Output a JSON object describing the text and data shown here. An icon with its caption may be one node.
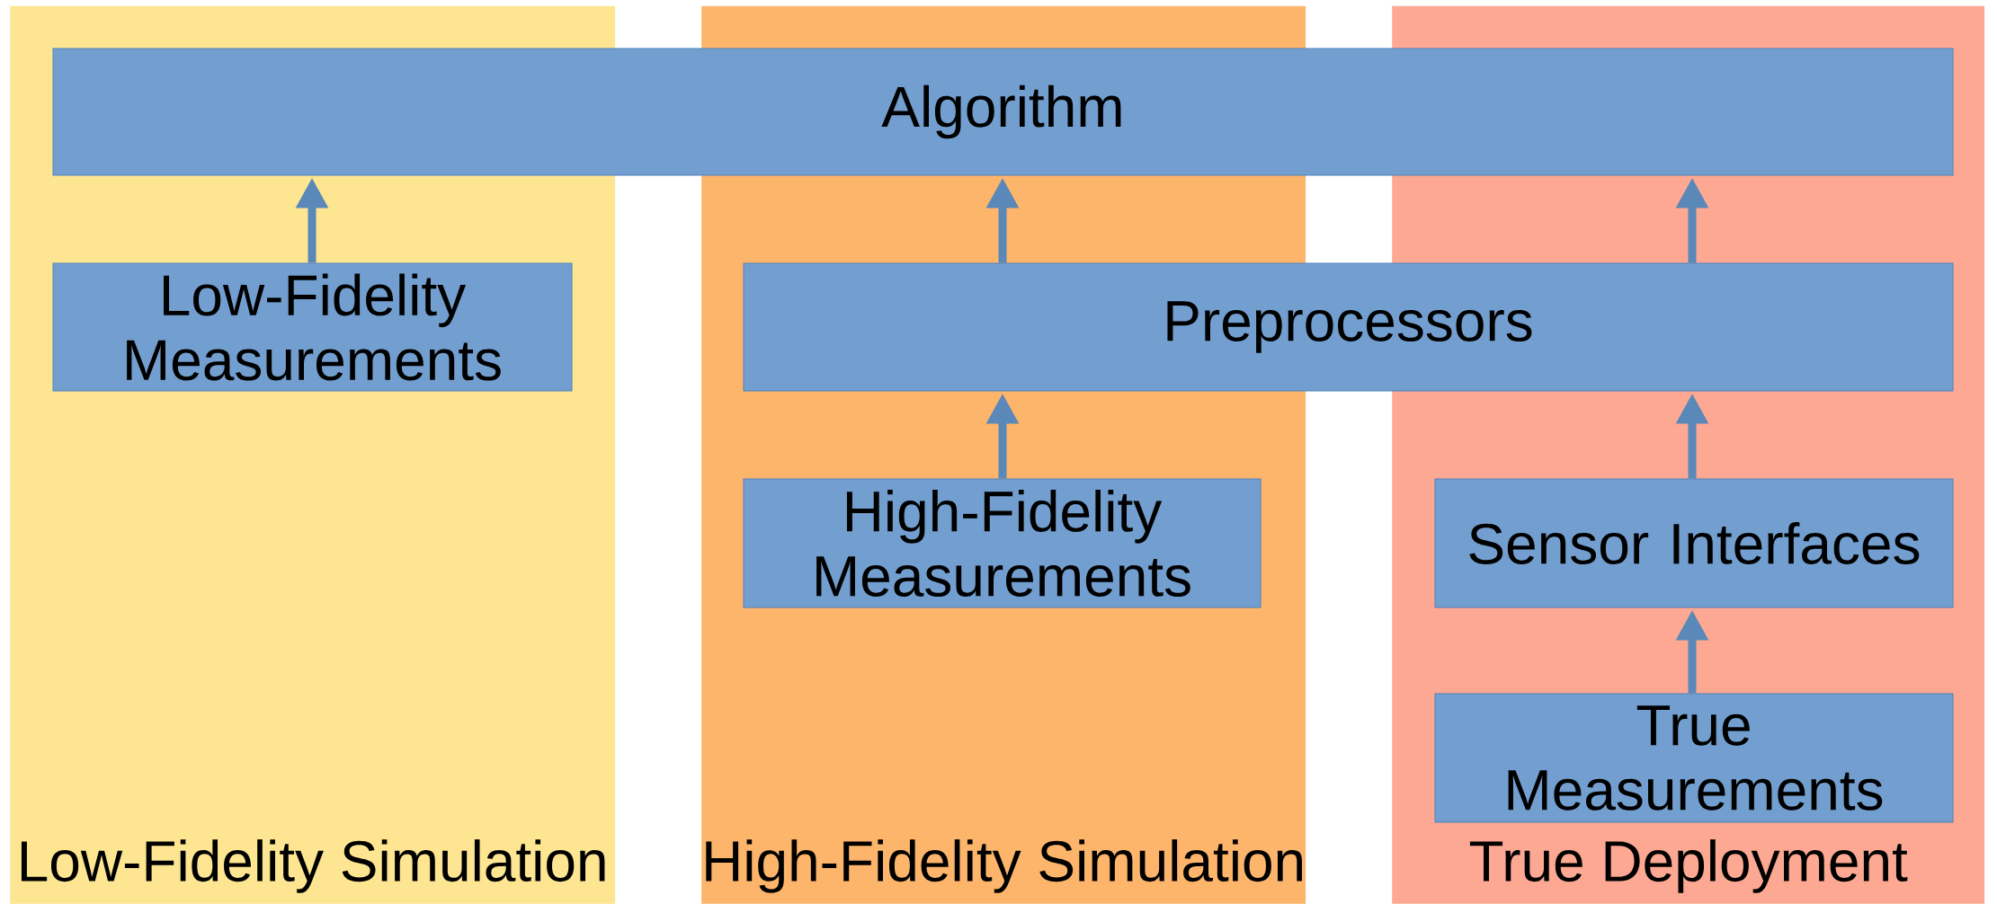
{
  "diagram": {
    "nodes": [
      {
        "text": [
          "Low-Fidelity Simulation"
        ]
      },
      {
        "text": [
          "High-Fidelity Simulation"
        ]
      },
      {
        "text": [
          "True Deployment"
        ]
      },
      {
        "text": [
          "Algorithm"
        ]
      },
      {
        "text": [
          "Low-Fidelity Measurements"
        ],
        "in": 0
      },
      {
        "text": [
          "Preprocessors"
        ]
      },
      {
        "text": [
          "High-Fidelity Measurements"
        ],
        "in": 1
      },
      {
        "text": [
          "Sensor Interfaces"
        ],
        "in": 2
      },
      {
        "text": [
          "True Measurements"
        ],
        "in": 2
      }
    ],
    "edges": [
      {
        "from": 4,
        "to": 3,
        "arrow": "to"
      },
      {
        "from": 5,
        "to": 3,
        "arrow": "to"
      },
      {
        "from": 5,
        "to": 3,
        "arrow": "to"
      },
      {
        "from": 6,
        "to": 5,
        "arrow": "to"
      },
      {
        "from": 7,
        "to": 5,
        "arrow": "to"
      },
      {
        "from": 8,
        "to": 7,
        "arrow": "to"
      }
    ]
  }
}
